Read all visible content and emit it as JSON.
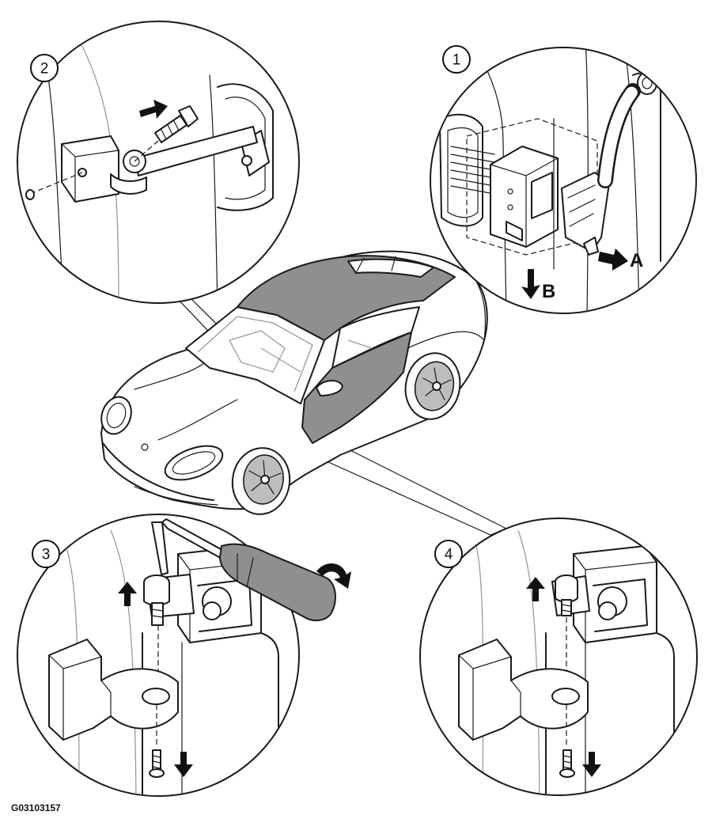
{
  "callouts": {
    "step1": "1",
    "step2": "2",
    "step3": "3",
    "step4": "4",
    "label_a": "A",
    "label_b": "B"
  },
  "figure_code": "G03103157",
  "icons": [
    "arrow-icon",
    "rotate-arrow-icon",
    "hex-key-icon",
    "screwdriver-icon",
    "bolt-icon",
    "connector-icon"
  ]
}
